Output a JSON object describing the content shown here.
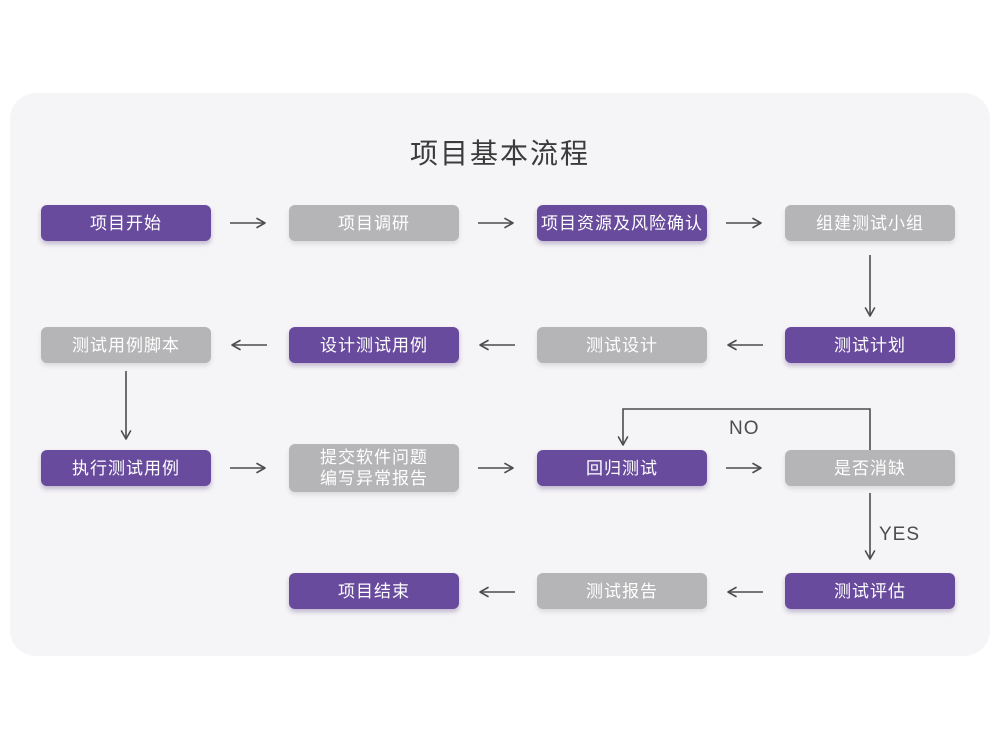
{
  "title": "项目基本流程",
  "colors": {
    "purple_node": "#694b9e",
    "gray_node": "#b5b4b6",
    "card_background": "#f5f4f6",
    "page_background": "#ffffff",
    "arrow": "#4d4d4f",
    "title_text": "#3b3b3b",
    "node_text": "#ffffff"
  },
  "nodes": [
    {
      "id": "project-start",
      "label": "项目开始",
      "variant": "purple"
    },
    {
      "id": "project-research",
      "label": "项目调研",
      "variant": "gray"
    },
    {
      "id": "resource-risk-confirm",
      "label": "项目资源及风险确认",
      "variant": "purple"
    },
    {
      "id": "build-test-team",
      "label": "组建测试小组",
      "variant": "gray"
    },
    {
      "id": "test-plan",
      "label": "测试计划",
      "variant": "purple"
    },
    {
      "id": "test-design",
      "label": "测试设计",
      "variant": "gray"
    },
    {
      "id": "design-test-cases",
      "label": "设计测试用例",
      "variant": "purple"
    },
    {
      "id": "test-case-scripts",
      "label": "测试用例脚本",
      "variant": "gray"
    },
    {
      "id": "execute-test-cases",
      "label": "执行测试用例",
      "variant": "purple"
    },
    {
      "id": "submit-issue-report",
      "label": "提交软件问题\n编写异常报告",
      "variant": "gray"
    },
    {
      "id": "regression-test",
      "label": "回归测试",
      "variant": "purple"
    },
    {
      "id": "defect-cleared",
      "label": "是否消缺",
      "variant": "gray"
    },
    {
      "id": "test-evaluation",
      "label": "测试评估",
      "variant": "purple"
    },
    {
      "id": "test-report",
      "label": "测试报告",
      "variant": "gray"
    },
    {
      "id": "project-end",
      "label": "项目结束",
      "variant": "purple"
    }
  ],
  "branch_labels": {
    "no": "NO",
    "yes": "YES"
  },
  "edges": [
    "项目开始→项目调研",
    "项目调研→项目资源及风险确认",
    "项目资源及风险确认→组建测试小组",
    "组建测试小组→测试计划",
    "测试计划→测试设计",
    "测试设计→设计测试用例",
    "设计测试用例→测试用例脚本",
    "测试用例脚本→执行测试用例",
    "执行测试用例→提交软件问题编写异常报告",
    "提交软件问题编写异常报告→回归测试",
    "回归测试→是否消缺",
    "是否消缺→回归测试 (NO)",
    "是否消缺→测试评估 (YES)",
    "测试评估→测试报告",
    "测试报告→项目结束"
  ]
}
